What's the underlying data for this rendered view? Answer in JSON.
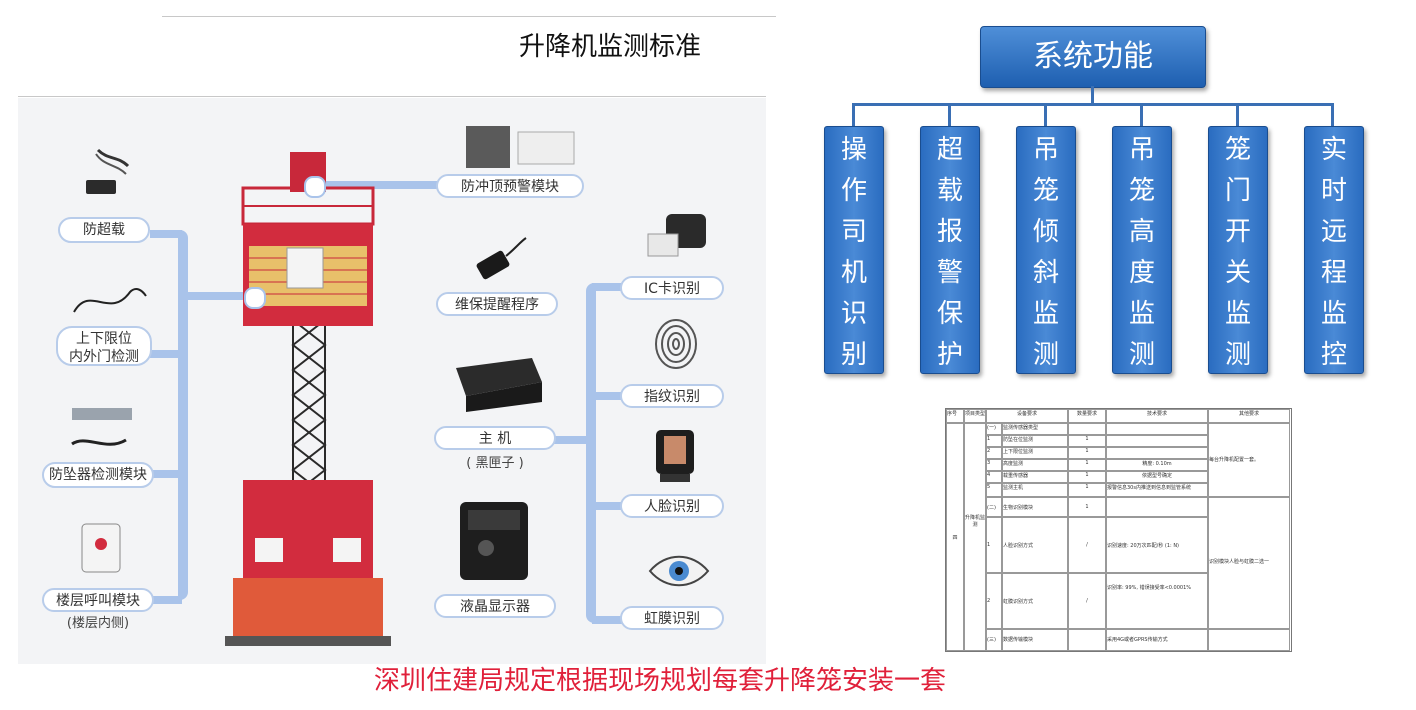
{
  "left": {
    "title": "升降机监测标准",
    "left_items": [
      {
        "label": "防超载"
      },
      {
        "label": "上下限位\n内外门检测"
      },
      {
        "label": "防坠器检测模块"
      },
      {
        "label": "楼层呼叫模块",
        "sub": "(楼层内侧)"
      }
    ],
    "top_item": {
      "label": "防冲顶预警模块"
    },
    "mid_items": [
      {
        "label": "维保提醒程序"
      },
      {
        "label": "主 机",
        "sub": "( 黑匣子 )"
      },
      {
        "label": "液晶显示器"
      }
    ],
    "right_items": [
      {
        "label": "IC卡识别"
      },
      {
        "label": "指纹识别"
      },
      {
        "label": "人脸识别"
      },
      {
        "label": "虹膜识别"
      }
    ]
  },
  "caption": "深圳住建局规定根据现场规划每套升降笼安装一套",
  "system": {
    "title": "系统功能",
    "columns": [
      "操作司机识别",
      "超载报警保护",
      "吊笼倾斜监测",
      "吊笼高度监测",
      "笼门开关监测",
      "实时远程监控"
    ]
  },
  "table": {
    "headers": [
      "序号",
      "项目类型",
      "设备要求",
      "数量要求",
      "技术要求",
      "其他要求"
    ],
    "section_label": "四",
    "group_label": "升降机监测",
    "rows": [
      {
        "no": "(一)",
        "name": "监测传感器类型",
        "qty": "",
        "tech": ""
      },
      {
        "no": "1",
        "name": "防坠在位监测",
        "qty": "1",
        "tech": ""
      },
      {
        "no": "2",
        "name": "上下限位监测",
        "qty": "1",
        "tech": ""
      },
      {
        "no": "3",
        "name": "高度监测",
        "qty": "1",
        "tech": "精度: 0.10m"
      },
      {
        "no": "4",
        "name": "载重传感器",
        "qty": "1",
        "tech": "依据型号确定"
      },
      {
        "no": "5",
        "name": "监测主机",
        "qty": "1",
        "tech": "报警信息30s内推送到信息到监管系统"
      },
      {
        "no": "(二)",
        "name": "生物识别模块",
        "qty": "1",
        "tech": ""
      },
      {
        "no": "1",
        "name": "人脸识别方式",
        "qty": "/",
        "tech": "识别速度: 20万次匹配/秒 (1: N)"
      },
      {
        "no": "2",
        "name": "虹膜识别方式",
        "qty": "/",
        "tech": "识别率: 99%, 错误接受率<0.0001%"
      },
      {
        "no": "(三)",
        "name": "数据传输模块",
        "qty": "",
        "tech": "采用4G或者GPRS传输方式"
      }
    ],
    "other_1": "每台升降机配置一套。",
    "other_2": "识别模块人脸与虹膜二选一"
  }
}
